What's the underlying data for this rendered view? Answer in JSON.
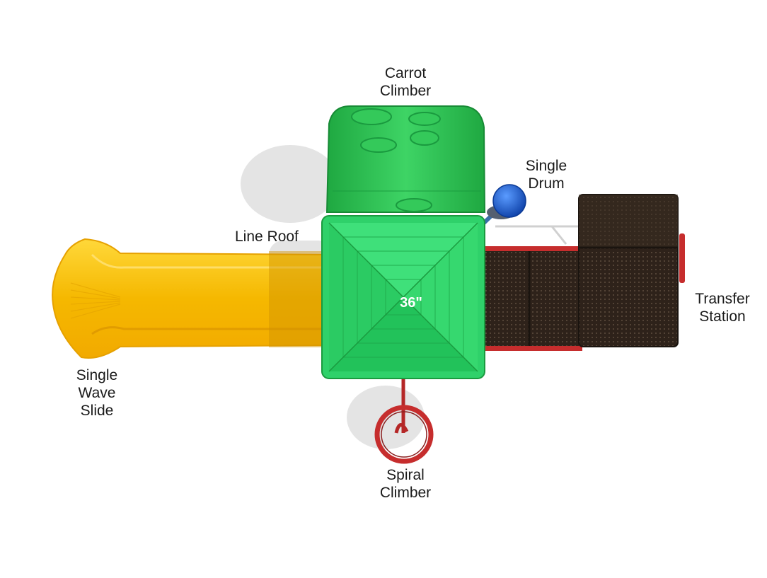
{
  "labels": {
    "carrot_climber": [
      "Carrot",
      "Climber"
    ],
    "single_drum": [
      "Single",
      "Drum"
    ],
    "line_roof": [
      "Line Roof"
    ],
    "transfer_station": [
      "Transfer",
      "Station"
    ],
    "single_wave_slide": [
      "Single",
      "Wave",
      "Slide"
    ],
    "spiral_climber": [
      "Spiral",
      "Climber"
    ]
  },
  "deck_height": "36\"",
  "colors": {
    "roof_green": "#2fd16a",
    "climber_green": "#22b84a",
    "slide_yellow": "#f7c20c",
    "drum_blue": "#1a5fd6",
    "frame_red": "#c62d2d",
    "transfer_brown": "#2e221a"
  }
}
